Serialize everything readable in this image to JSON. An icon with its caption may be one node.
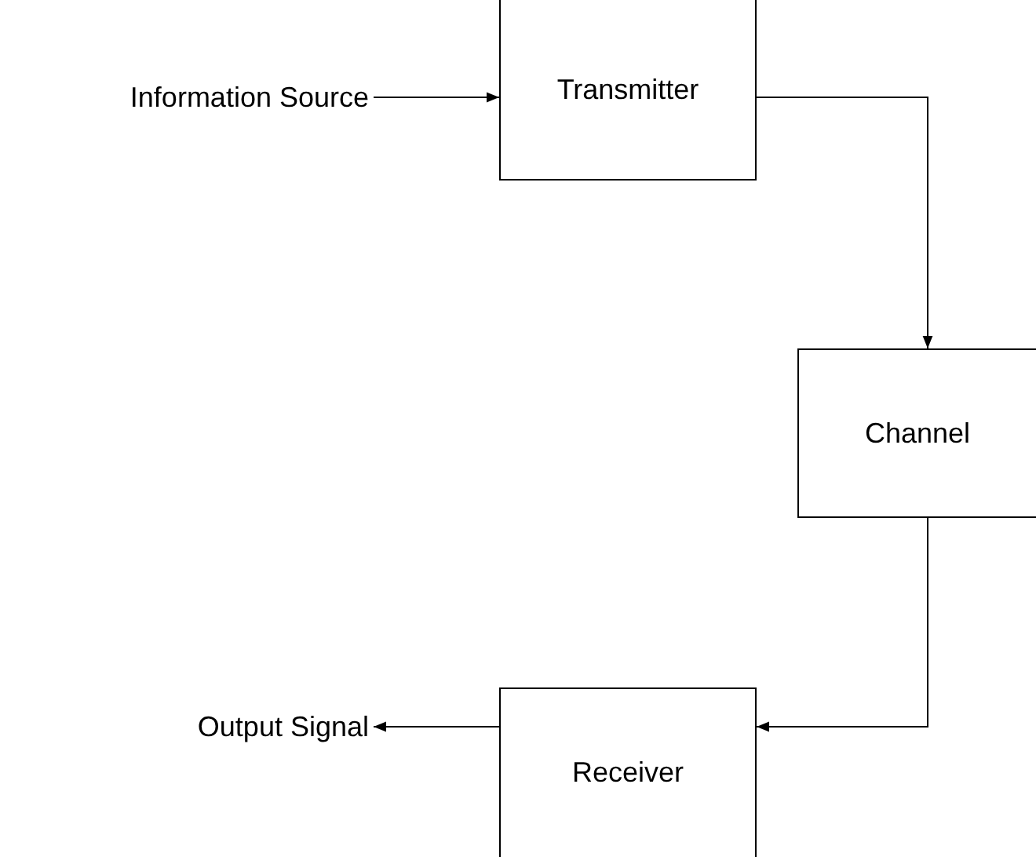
{
  "diagram": {
    "nodes": [
      {
        "text": [
          "Information Source"
        ]
      },
      {
        "text": [
          "Transmitter"
        ]
      },
      {
        "text": [
          "Channel"
        ]
      },
      {
        "text": [
          "Receiver"
        ]
      },
      {
        "text": [
          "Output Signal"
        ]
      }
    ],
    "edges": [
      {
        "from": 0,
        "to": 1,
        "arrow": "to"
      },
      {
        "from": 1,
        "to": 2,
        "arrow": "to"
      },
      {
        "from": 2,
        "to": 3,
        "arrow": "to"
      },
      {
        "from": 3,
        "to": 4,
        "arrow": "to"
      }
    ]
  }
}
